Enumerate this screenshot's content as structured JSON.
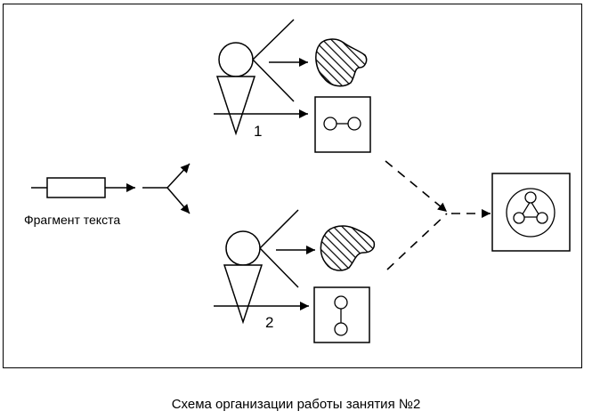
{
  "diagram": {
    "fragment_label": "Фрагмент текста",
    "person_1_label": "1",
    "person_2_label": "2"
  },
  "caption": "Схема организации работы занятия №2"
}
